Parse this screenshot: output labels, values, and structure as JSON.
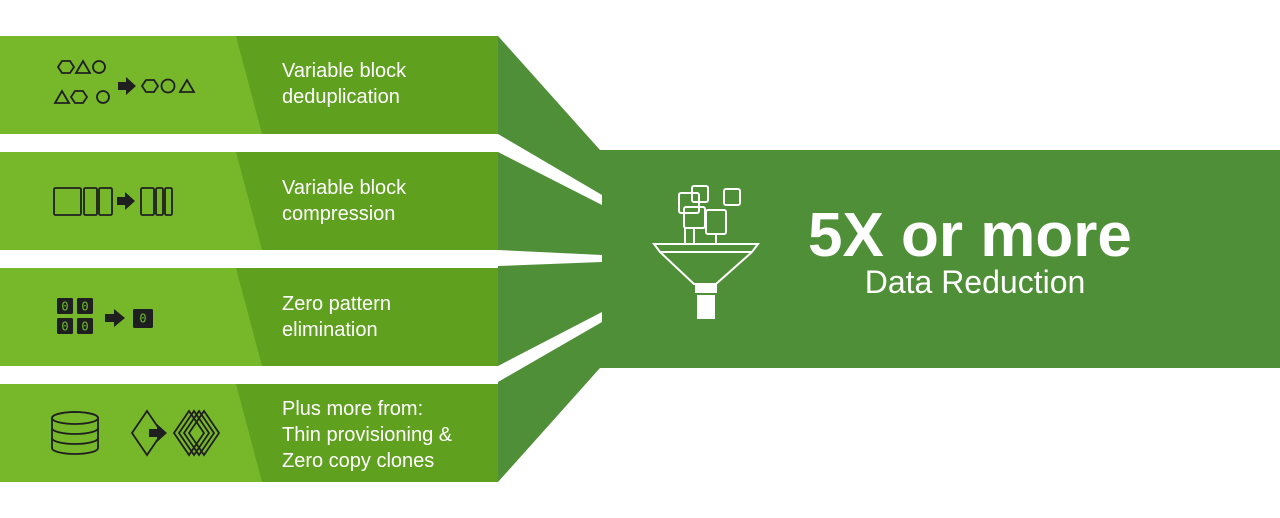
{
  "colors": {
    "band_light": "#76b82a",
    "band_dark": "#5fa01f",
    "funnel_green": "#4f8f38",
    "text": "#ffffff",
    "icon_stroke": "#1f1f1f"
  },
  "rows": [
    {
      "label_lines": [
        "Variable block",
        "deduplication"
      ],
      "icon": "shapes-dedup-icon"
    },
    {
      "label_lines": [
        "Variable block",
        "compression"
      ],
      "icon": "blocks-compression-icon"
    },
    {
      "label_lines": [
        "Zero pattern",
        "elimination"
      ],
      "icon": "zero-pattern-icon"
    },
    {
      "label_lines": [
        "Plus more from:",
        "Thin provisioning &",
        "Zero copy clones"
      ],
      "icon": "database-clones-icon"
    }
  ],
  "icons": {
    "zero_digit": "0",
    "funnel": "funnel-icon"
  },
  "result": {
    "headline": "5X or more",
    "subline": "Data Reduction"
  }
}
